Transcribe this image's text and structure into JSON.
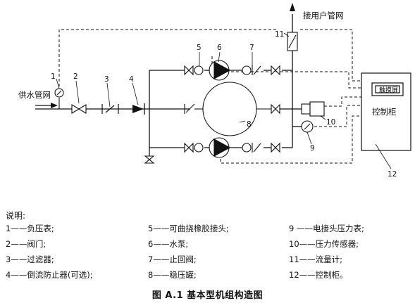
{
  "labels": {
    "supply": "供水管网",
    "user": "接用户管网",
    "screen": "触摸屏",
    "cabinet": "控制柜"
  },
  "numbers": [
    "1",
    "2",
    "3",
    "4",
    "5",
    "6",
    "7",
    "8",
    "9",
    "10",
    "11",
    "12"
  ],
  "legend_title": "说明:",
  "legend": [
    "1——负压表;",
    "2——阀门;",
    "3——过滤器;",
    "4——倒流防止器(可选);",
    "5——可曲挠橡胶接头;",
    "6——水泵;",
    "7——止回阀;",
    "8——稳压罐;",
    "9 ——电接头压力表;",
    "10——压力传感器;",
    "11——流量计;",
    "12——控制柜。"
  ],
  "caption": "图 A.1   基本型机组构造图"
}
